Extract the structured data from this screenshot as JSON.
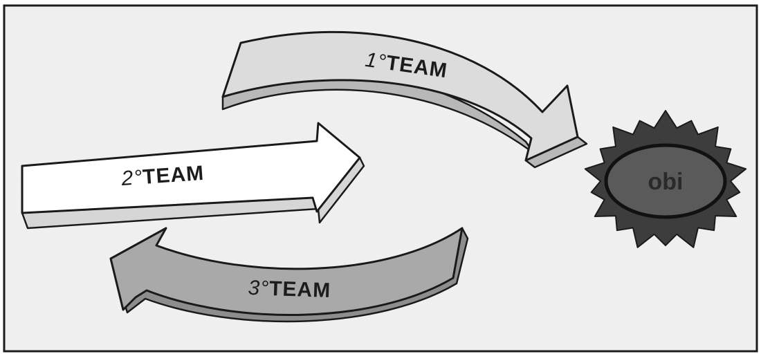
{
  "diagram": {
    "arrows": [
      {
        "id": "team-1",
        "number": "1°",
        "word": "TEAM",
        "fill": "#dcdcdc"
      },
      {
        "id": "team-2",
        "number": "2°",
        "word": "TEAM",
        "fill": "#ffffff"
      },
      {
        "id": "team-3",
        "number": "3°",
        "word": "TEAM",
        "fill": "#a9a9a9"
      }
    ],
    "badge": {
      "text": "obi",
      "fill": "#3d3d3d",
      "inner_fill": "#5a5a5a"
    },
    "colors": {
      "background": "#f1f1f1",
      "border": "#1a1a1a",
      "outline": "#1a1a1a",
      "shadow": "#cfcfcf"
    }
  }
}
